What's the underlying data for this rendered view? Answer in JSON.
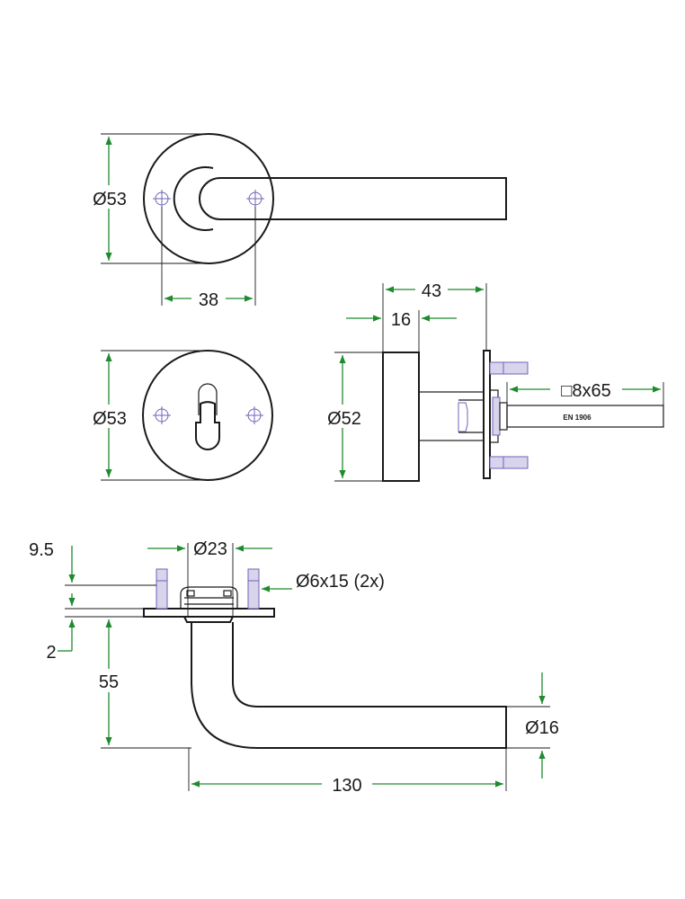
{
  "colors": {
    "line": "#1a1a1a",
    "dimension_arrow": "#1f8a2e",
    "screw": "#6c64b8"
  },
  "top_view": {
    "diameter_label": "Ø53",
    "hole_spacing_label": "38"
  },
  "escutcheon_view": {
    "diameter_label": "Ø53"
  },
  "side_view": {
    "depth_label": "43",
    "rose_thickness_label": "16",
    "rose_diameter_label": "Ø52",
    "spindle_label": "□8x65",
    "standard_text": "EN 1906"
  },
  "handle_view": {
    "fixing_diameter_label": "Ø23",
    "screw_label": "Ø6x15 (2x)",
    "offset_top_label": "9.5",
    "offset_small_label": "2",
    "height_label": "55",
    "bar_diameter_label": "Ø16",
    "length_label": "130"
  }
}
